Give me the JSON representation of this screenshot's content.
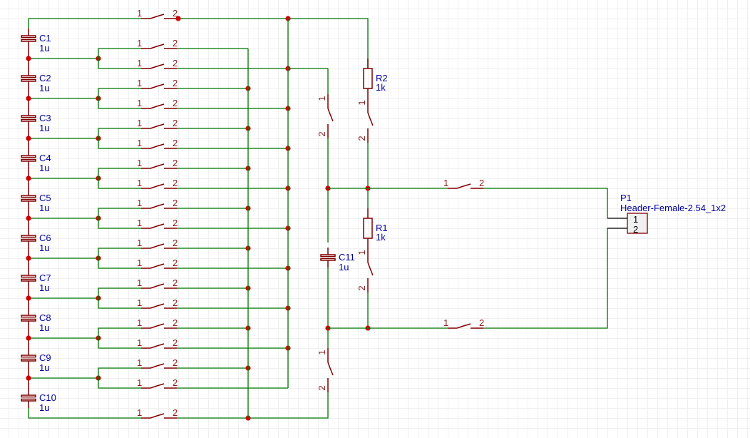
{
  "schematic": {
    "capacitors_left": [
      {
        "ref": "C1",
        "value": "1u"
      },
      {
        "ref": "C2",
        "value": "1u"
      },
      {
        "ref": "C3",
        "value": "1u"
      },
      {
        "ref": "C4",
        "value": "1u"
      },
      {
        "ref": "C5",
        "value": "1u"
      },
      {
        "ref": "C6",
        "value": "1u"
      },
      {
        "ref": "C7",
        "value": "1u"
      },
      {
        "ref": "C8",
        "value": "1u"
      },
      {
        "ref": "C9",
        "value": "1u"
      },
      {
        "ref": "C10",
        "value": "1u"
      }
    ],
    "capacitor_c11": {
      "ref": "C11",
      "value": "1u"
    },
    "resistors": [
      {
        "ref": "R2",
        "value": "1k"
      },
      {
        "ref": "R1",
        "value": "1k"
      }
    ],
    "connector": {
      "ref": "P1",
      "value": "Header-Female-2.54_1x2",
      "pins": [
        "1",
        "2"
      ]
    },
    "switch_pin_labels": [
      "1",
      "2"
    ],
    "colors": {
      "wire": "#007800",
      "component": "#800000",
      "junction": "#d00000",
      "ref_text": "#0000a0",
      "pin_text": "#8b1a1a"
    }
  }
}
